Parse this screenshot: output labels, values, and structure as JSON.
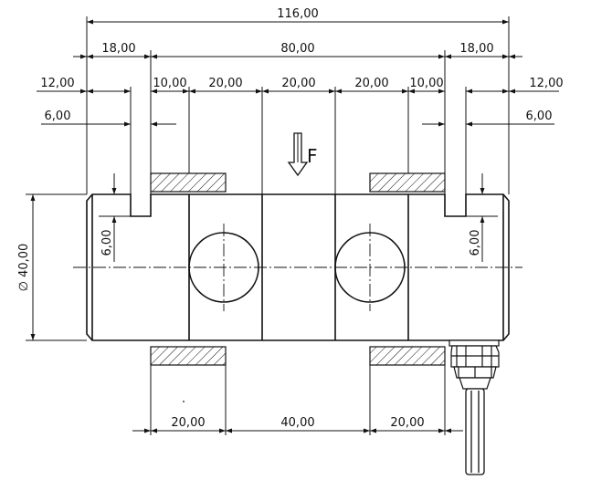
{
  "dimensions": {
    "overall_length": "116,00",
    "left_end": "18,00",
    "middle_span": "80,00",
    "right_end": "18,00",
    "left_12": "12,00",
    "right_12": "12,00",
    "left_10": "10,00",
    "right_10": "10,00",
    "seg_20_a": "20,00",
    "seg_20_b": "20,00",
    "seg_20_c": "20,00",
    "left_6": "6,00",
    "right_6": "6,00",
    "left_groove": "6,00",
    "right_groove": "6,00",
    "diameter": "∅ 40,00",
    "support_left": "20,00",
    "support_middle": "40,00",
    "support_right": "20,00"
  },
  "force_label": "F"
}
